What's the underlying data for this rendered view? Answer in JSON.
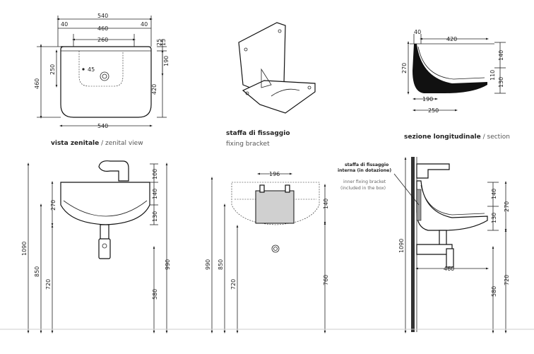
{
  "captions": {
    "zenital_it": "vista zenitale",
    "zenital_sep": " / ",
    "zenital_en": "zenital view",
    "bracket_it": "staffa di fissaggio",
    "bracket_en": "fixing bracket",
    "section_it": "sezione longitudinale",
    "section_sep": " / ",
    "section_en": "section"
  },
  "note": {
    "line1": "staffa di fissaggio",
    "line2": "interna (in dotazione)",
    "line3": "inner fixing bracket",
    "line4": "(included in the box)"
  },
  "top_view": {
    "d540_top": "540",
    "d40_l": "40",
    "d460": "460",
    "d40_r": "40",
    "d260": "260",
    "d25": "25",
    "d15": "15",
    "d190": "190",
    "d420": "420",
    "d460_h": "460",
    "d250": "250",
    "d45": "45",
    "d540_bot": "540"
  },
  "section_view": {
    "d40": "40",
    "d420": "420",
    "d270": "270",
    "d140": "140",
    "d110": "110",
    "d130": "130",
    "d190": "190",
    "d250": "250"
  },
  "front_view": {
    "d1090": "1090",
    "d850": "850",
    "d720": "720",
    "d270": "270",
    "d100": "100",
    "d140": "140",
    "d130": "130",
    "d990": "990",
    "d580": "580"
  },
  "bracket_front_view": {
    "d196": "196",
    "d990": "990",
    "d850": "850",
    "d720": "720",
    "d140": "140",
    "d760": "760"
  },
  "side_view": {
    "d1090": "1090",
    "d140": "140",
    "d130": "130",
    "d270": "270",
    "d460": "460",
    "d580": "580",
    "d720": "720"
  }
}
